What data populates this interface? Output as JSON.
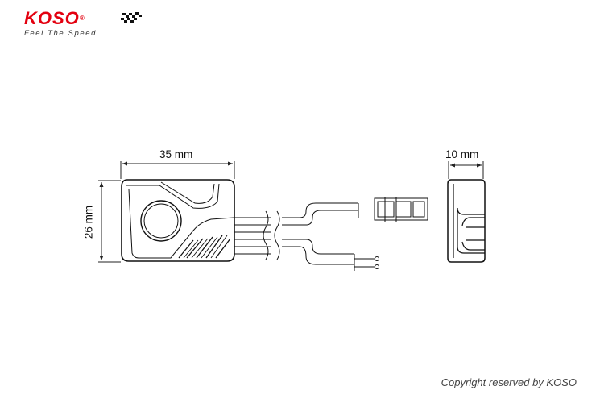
{
  "brand": {
    "name": "KOSO",
    "registered_mark": "®",
    "tagline": "Feel The Speed",
    "accent_color": "#e3000f"
  },
  "drawing": {
    "front_view": {
      "width_label": "35 mm",
      "height_label": "26 mm"
    },
    "side_view": {
      "depth_label": "10 mm"
    }
  },
  "footer": {
    "copyright": "Copyright reserved by KOSO"
  }
}
